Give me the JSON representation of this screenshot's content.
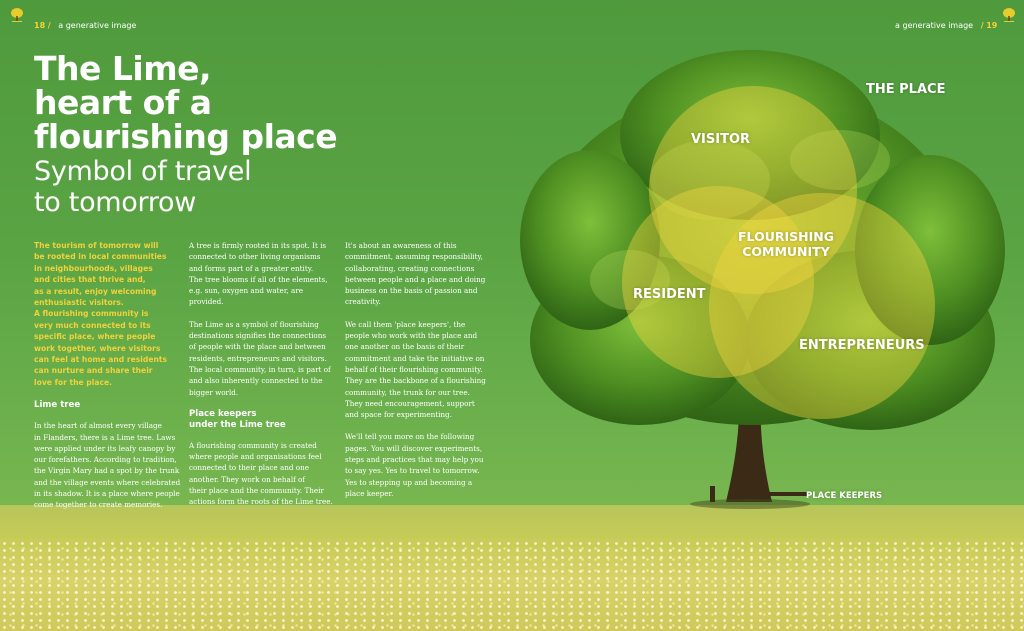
{
  "header": {
    "left_page_number": "18",
    "left_separator": "/",
    "left_running_title": "a generative image",
    "right_running_title": "a generative image",
    "right_separator": "/",
    "right_page_number": "19"
  },
  "title": {
    "line1": "The Lime,",
    "line2": "heart of a",
    "line3": "flourishing place",
    "subtitle_line1": "Symbol of travel",
    "subtitle_line2": "to tomorrow"
  },
  "column1": {
    "intro": [
      "The tourism of tomorrow will",
      "be rooted in local communities",
      "in neighbourhoods, villages",
      "and cities that thrive and,",
      "as a result, enjoy welcoming",
      "enthusiastic visitors.",
      "A flourishing community is",
      "very much connected to its",
      "specific place, where people",
      "work together, where visitors",
      "can feel at home and residents",
      "can nurture and share their",
      "love for the place."
    ],
    "heading": "Lime tree",
    "body": [
      "In the heart of almost every village",
      "in Flanders, there is a Lime tree. Laws",
      "were applied under its leafy canopy by",
      "our forefathers. According to tradition,",
      "the Virgin Mary had a spot by the trunk",
      "and the village events where celebrated",
      "in its shadow. It is a place where people",
      "come together to create memories."
    ]
  },
  "column2": {
    "para1": [
      "A tree is firmly rooted in its spot. It is",
      "connected to other living organisms",
      "and forms part of a greater entity.",
      "The tree blooms if all of the elements,",
      "e.g. sun, oxygen and water, are",
      "provided."
    ],
    "para2": [
      "The Lime as a symbol of flourishing",
      "destinations signifies the connections",
      "of people with the place and between",
      "residents, entrepreneurs and visitors.",
      "The local community, in turn, is part of",
      "and also inherently connected to the",
      "bigger world."
    ],
    "heading_line1": "Place keepers",
    "heading_line2": "under the Lime tree",
    "para3": [
      "A flourishing community is created",
      "where people and organisations feel",
      "connected to their place and one",
      "another. They work on behalf of",
      "their place and the community. Their",
      "actions form the roots of the Lime tree."
    ]
  },
  "column3": {
    "para1": [
      "It's about an awareness of this",
      "commitment, assuming responsibility,",
      "collaborating, creating connections",
      "between people and a place and doing",
      "business on the basis of passion and",
      "creativity."
    ],
    "para2": [
      "We call them 'place keepers', the",
      "people who work with the place and",
      "one another on the basis of their",
      "commitment and take the initiative on",
      "behalf of their flourishing community.",
      "They are the backbone of a flourishing",
      "community, the trunk for our tree.",
      "They need encouragement, support",
      "and space for experimenting."
    ],
    "para3": [
      "We'll tell you more on the following",
      "pages. You will discover experiments,",
      "steps and practices that may help you",
      "to say yes. Yes to travel to tomorrow.",
      "Yes to stepping up and becoming a",
      "place keeper."
    ]
  },
  "diagram": {
    "the_place": "THE PLACE",
    "visitor": "VISITOR",
    "flourishing_line1": "FLOURISHING",
    "flourishing_line2": "COMMUNITY",
    "resident": "RESIDENT",
    "entrepreneurs": "ENTREPRENEURS",
    "place_keepers": "PLACE KEEPERS"
  },
  "colors": {
    "accent_yellow": "#f0d23c",
    "background_green": "#5aa444",
    "circle_fill": "#f2d640"
  },
  "icons": {
    "left_logo": "lime-tree-logo-icon",
    "right_logo": "lime-tree-logo-icon"
  }
}
